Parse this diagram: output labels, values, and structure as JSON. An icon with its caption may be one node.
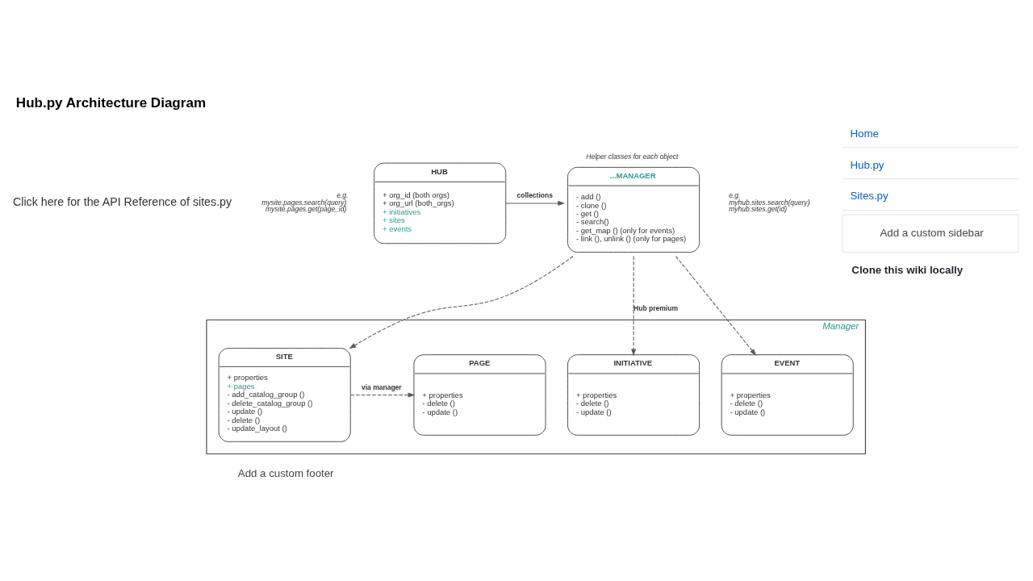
{
  "diagram": {
    "title": "Hub.py Architecture Diagram",
    "nodes": [
      {
        "text": [
          "HUB",
          "+ org_id (both orgs)",
          "+ org_url (both_orgs)",
          "+ initiatives",
          "+ sites",
          "+ events"
        ]
      },
      {
        "text": [
          "...MANAGER",
          "- add ()",
          "- clone ()",
          "- get ()",
          "- search()",
          "- get_map () (only for events)",
          "- link (), unlink () (only for pages)"
        ],
        "beside": [
          "Helper classes for each object"
        ]
      },
      {
        "text": [
          "Manager"
        ]
      },
      {
        "text": [
          "PAGE",
          "+ properties",
          "- delete ()",
          "- update ()"
        ],
        "in": 2
      },
      {
        "text": [
          "SITE",
          "+ properties",
          "+ pages",
          "- add_catalog_group ()",
          "- delete_catalog_group ()",
          "- update ()",
          "- delete ()",
          "- update_layout ()"
        ],
        "in": 2
      },
      {
        "text": [
          "INITIATIVE",
          "+ properties",
          "- delete ()",
          "- update ()"
        ],
        "in": 2
      },
      {
        "text": [
          "EVENT",
          "+ properties",
          "- delete ()",
          "- update ()"
        ],
        "in": 2
      }
    ],
    "edges": [
      {
        "from": 0,
        "to": 1,
        "arrow": "to",
        "label": "collections"
      },
      {
        "from": 4,
        "to": 3,
        "arrow": "to",
        "label": "via manager",
        "style": "dashed"
      },
      {
        "from": 1,
        "to": 4,
        "arrow": "to",
        "style": "dashed"
      },
      {
        "from": 1,
        "to": 5,
        "arrow": "to",
        "label": "Hub premium",
        "style": "dashed"
      },
      {
        "from": 1,
        "to": 6,
        "arrow": "to",
        "style": "dashed"
      }
    ],
    "labels": [
      "Click here for the API Reference of sites.py",
      "e.g. myhub.sites.search(query) myhub.sites.get(id)",
      "e.g. mysite.pages.search(query) mysite.pages.get(page_id)",
      "Add a custom footer",
      "Home",
      "Hub.py",
      "Sites.py",
      "Add a custom sidebar",
      "Clone this wiki locally"
    ]
  }
}
